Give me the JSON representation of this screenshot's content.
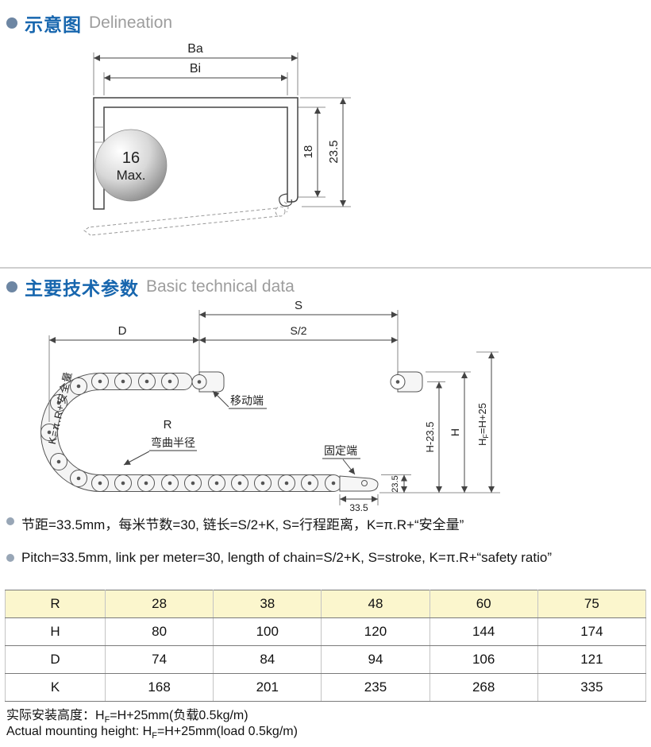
{
  "sections": {
    "s1": {
      "cn": "示意图",
      "en": "Delineation"
    },
    "s2": {
      "cn": "主要技术参数",
      "en": "Basic technical data"
    }
  },
  "diagram1": {
    "ba": "Ba",
    "bi": "Bi",
    "ball_top": "16",
    "ball_bottom": "Max.",
    "dim_inner_height": "18",
    "dim_outer_height": "23.5"
  },
  "diagram2": {
    "dim_s": "S",
    "dim_s_half": "S/2",
    "dim_d": "D",
    "label_r": "R",
    "label_bend_radius": "弯曲半径",
    "label_moving_end": "移动端",
    "label_fixed_end": "固定端",
    "dim_h_minus": "H-23.5",
    "dim_h": "H",
    "hf_pre": "H",
    "hf_sub": "F",
    "hf_post": "=H+25",
    "k_formula": "K=π.R+安全量",
    "dim_link_height": "23.5",
    "dim_pitch": "33.5"
  },
  "notes": {
    "cn": "节距=33.5mm，每米节数=30, 链长=S/2+K, S=行程距离，K=π.R+“安全量”",
    "en": "Pitch=33.5mm, link per meter=30, length of chain=S/2+K, S=stroke, K=π.R+“safety ratio”"
  },
  "table": {
    "rows": [
      {
        "label": "R",
        "values": [
          "28",
          "38",
          "48",
          "60",
          "75"
        ]
      },
      {
        "label": "H",
        "values": [
          "80",
          "100",
          "120",
          "144",
          "174"
        ]
      },
      {
        "label": "D",
        "values": [
          "74",
          "84",
          "94",
          "106",
          "121"
        ]
      },
      {
        "label": "K",
        "values": [
          "168",
          "201",
          "235",
          "268",
          "335"
        ]
      }
    ]
  },
  "footer": {
    "cn_pre": "实际安装高度：H",
    "cn_sub": "F",
    "cn_post": "=H+25mm(负载0.5kg/m)",
    "en_pre": "Actual mounting height: H",
    "en_sub": "F",
    "en_post": "=H+25mm(load 0.5kg/m)"
  }
}
